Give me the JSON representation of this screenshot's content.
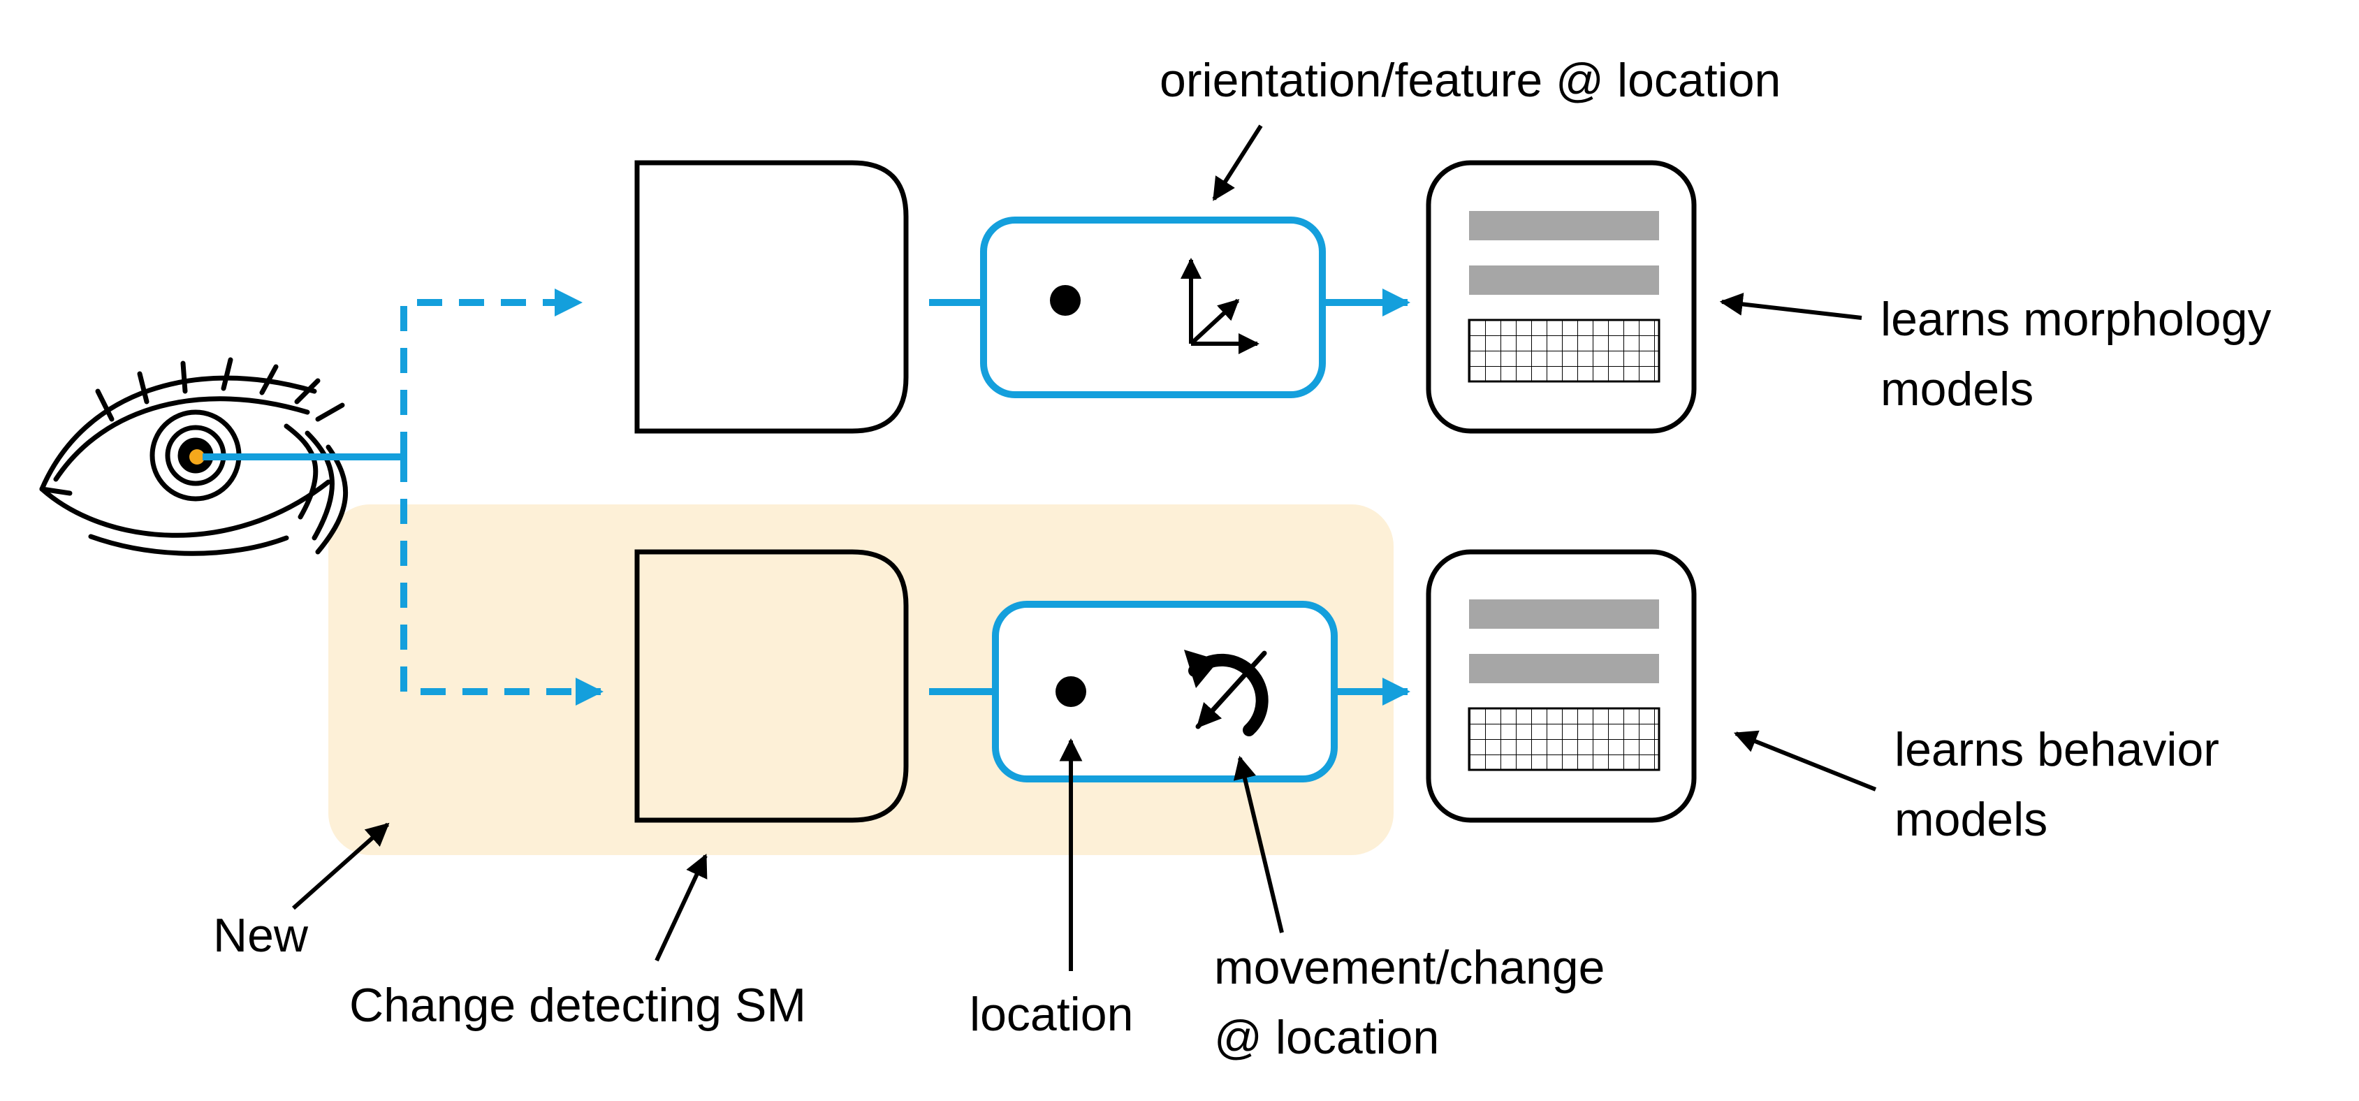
{
  "labels": {
    "orientation_feature": "orientation/feature @ location",
    "morphology_line1": "learns morphology",
    "morphology_line2": "models",
    "behavior_line1": "learns behavior",
    "behavior_line2": "models",
    "new": "New",
    "change_detecting_sm": "Change detecting SM",
    "location": "location",
    "movement_line1": "movement/change",
    "movement_line2": "@ location"
  },
  "colors": {
    "flow_blue": "#149fdc",
    "highlight": "#fdf0d7",
    "pupil_dot": "#f5a81c",
    "model_bar": "#a6a6a6",
    "ink": "#000000"
  },
  "icons": {
    "eye": "eye-icon",
    "axes": "axes-icon",
    "rotation": "rotation-arrow-icon",
    "location_dot": "location-dot-icon",
    "model_grid": "grid-icon"
  }
}
